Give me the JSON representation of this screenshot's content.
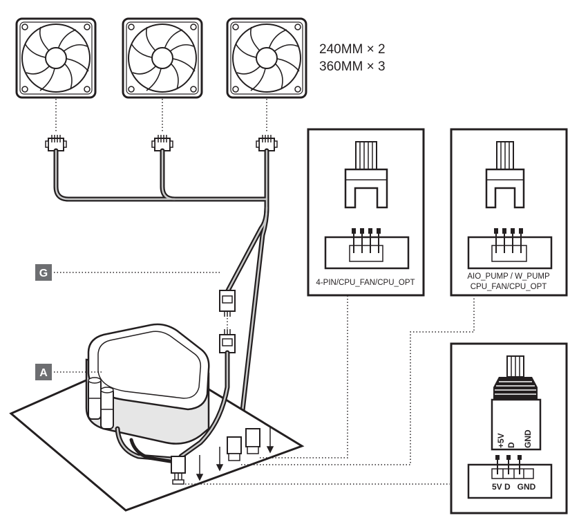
{
  "fan_quantities": {
    "line1": "240MM × 2",
    "line2": "360MM × 3"
  },
  "callouts": {
    "g": "G",
    "a": "A"
  },
  "panel_4pin": {
    "caption": "4-PIN/CPU_FAN/CPU_OPT"
  },
  "panel_pump": {
    "caption_line1": "AIO_PUMP / W_PUMP",
    "caption_line2": "CPU_FAN/CPU_OPT"
  },
  "panel_argb": {
    "plug_pins": [
      "+5V",
      "D",
      "GND"
    ],
    "header_label": "5V D   GND"
  },
  "colors": {
    "ink": "#231f20",
    "callout_bg": "#6d6e71",
    "cable_gray": "#c9c9c9",
    "fan_fill": "#ffffff",
    "block_gray": "#e6e6e6"
  },
  "icons": [
    "fan-icon",
    "4-pin-connector-icon",
    "3-pin-argb-connector-icon",
    "pump-block-icon",
    "motherboard-icon"
  ]
}
